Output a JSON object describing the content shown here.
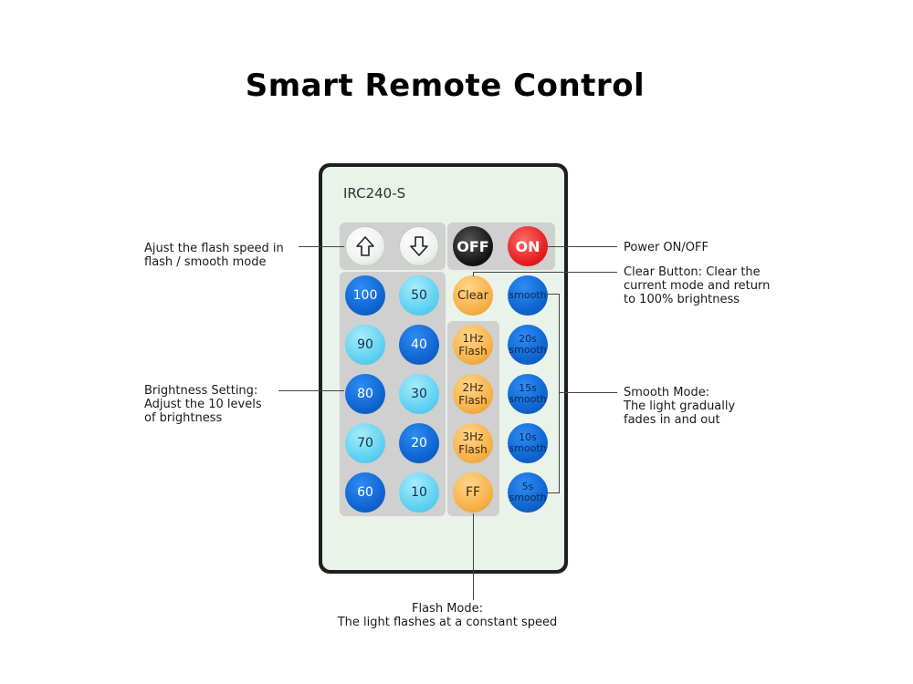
{
  "title": "Smart Remote Control",
  "model": "IRC240-S",
  "buttons": {
    "off": "OFF",
    "on": "ON",
    "clear": "Clear",
    "smooth": "smooth",
    "brightness": [
      "100",
      "50",
      "90",
      "40",
      "80",
      "30",
      "70",
      "20",
      "60",
      "10"
    ],
    "flash": [
      {
        "l1": "1Hz",
        "l2": "Flash"
      },
      {
        "l1": "2Hz",
        "l2": "Flash"
      },
      {
        "l1": "3Hz",
        "l2": "Flash"
      }
    ],
    "ff": "FF",
    "smooth_speeds": [
      {
        "l1": "20s",
        "l2": "smooth"
      },
      {
        "l1": "15s",
        "l2": "smooth"
      },
      {
        "l1": "10s",
        "l2": "smooth"
      },
      {
        "l1": "5s",
        "l2": "smooth"
      }
    ]
  },
  "labels": {
    "speed": [
      "Ajust the flash speed in",
      "flash / smooth mode"
    ],
    "power": "Power ON/OFF",
    "clear": [
      "Clear Button: Clear the",
      "current mode and return",
      "to 100% brightness"
    ],
    "brightness": [
      "Brightness Setting:",
      "Adjust the 10 levels",
      "of brightness"
    ],
    "smooth": [
      "Smooth Mode:",
      "The light gradually",
      "fades in and out"
    ],
    "flash": [
      "Flash Mode:",
      "The light flashes at a constant speed"
    ]
  },
  "colors": {
    "dark_blue": "#1066d2",
    "light_blue": "#61d2f2",
    "orange": "#f8b34c",
    "red": "#e11818",
    "black": "#111111",
    "remote_body": "#e9f3e9",
    "panel_gray": "#cfd0cf"
  }
}
